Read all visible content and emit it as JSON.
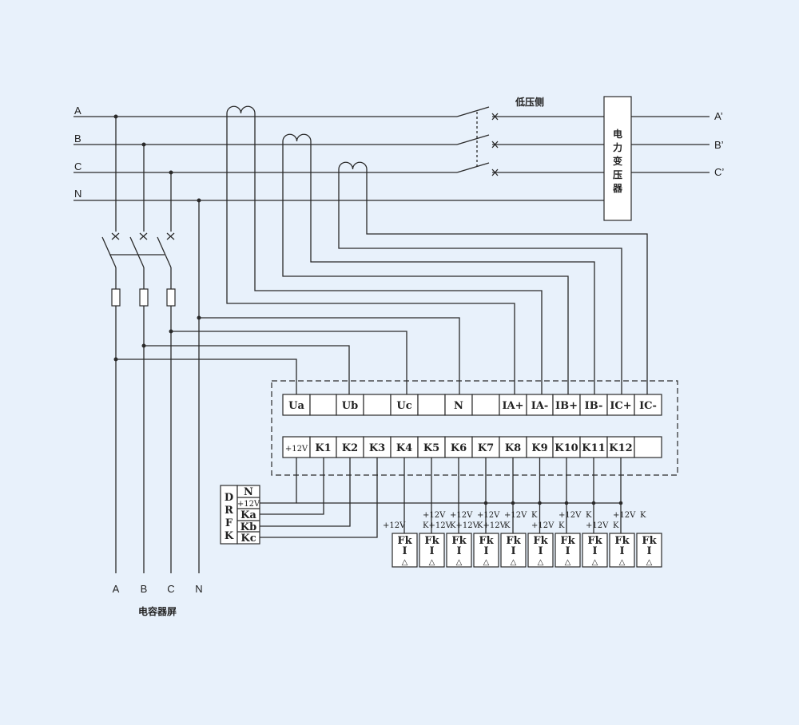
{
  "bus": {
    "left_labels": [
      "A",
      "B",
      "C",
      "N"
    ],
    "right_labels": [
      "A’",
      "B’",
      "C’"
    ],
    "low_voltage_side": "低压侧",
    "transformer": [
      "电",
      "力",
      "变",
      "压",
      "器"
    ]
  },
  "panel": {
    "top_row": [
      "Ua",
      "",
      "Ub",
      "",
      "Uc",
      "",
      "N",
      "",
      "IA+",
      "IA-",
      "IB+",
      "IB-",
      "IC+",
      "IC-"
    ],
    "bottom_row": [
      "+12V",
      "K1",
      "K2",
      "K3",
      "K4",
      "K5",
      "K6",
      "K7",
      "K8",
      "K9",
      "K10",
      "K11",
      "K12",
      ""
    ]
  },
  "drfk": {
    "letters": [
      "D",
      "R",
      "F",
      "K"
    ],
    "rows": [
      "N",
      "+12V",
      "Ka",
      "Kb",
      "Kc"
    ]
  },
  "fk_module": {
    "line1": "Fk",
    "line2": "I",
    "line3": "△"
  },
  "fk_labels": [
    [
      "+12V",
      ""
    ],
    [
      "+12V",
      "K+12V"
    ],
    [
      "+12V",
      "K+12V"
    ],
    [
      "+12V",
      "K+12V"
    ],
    [
      "+12V",
      "K"
    ],
    [
      "K",
      "+12V"
    ],
    [
      "+12V",
      "K"
    ],
    [
      "K",
      "+12V"
    ],
    [
      "+12V",
      "K"
    ],
    [
      "K",
      ""
    ]
  ],
  "bottom": {
    "phase_labels": [
      "A",
      "B",
      "C",
      "N"
    ],
    "title": "电容器屏"
  }
}
